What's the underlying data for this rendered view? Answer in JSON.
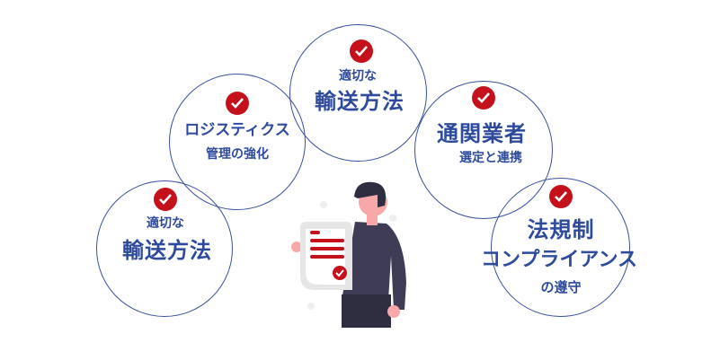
{
  "items": [
    {
      "line1": "適切な",
      "line2": "輸送方法"
    },
    {
      "line1": "ロジスティクス",
      "line2": "管理の強化"
    },
    {
      "line1": "適切な",
      "line2": "輸送方法"
    },
    {
      "line1": "通関業者",
      "line2": "選定と連携"
    },
    {
      "line1": "法規制",
      "line2": "コンプライアンス",
      "line3": "の遵守"
    }
  ],
  "colors": {
    "text": "#2e4a9c",
    "check": "#c4111b",
    "circle": "#3a4f9f"
  }
}
